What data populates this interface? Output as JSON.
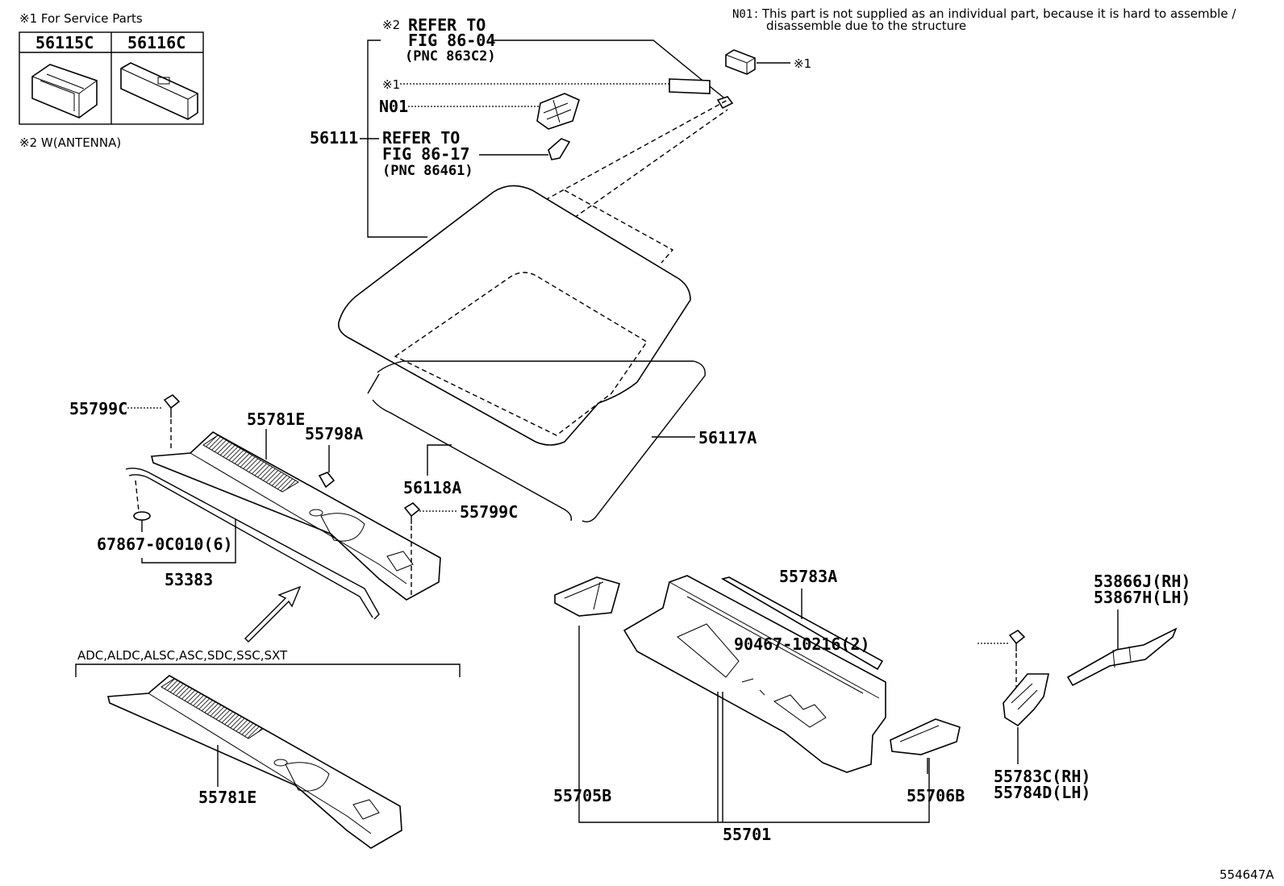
{
  "notes": {
    "service_parts_title": "※1 For Service Parts",
    "antenna_note": "※2 W(ANTENNA)",
    "n01_note_code": "N01",
    "n01_note_line1": ": This part is not supplied as an individual part, because it is hard to assemble /",
    "n01_note_line2": "disassemble due to the structure",
    "variant_list": "ADC,ALDC,ALSC,ASC,SDC,SSC,SXT",
    "figure_id": "554647A"
  },
  "service_table": {
    "col1": "56115C",
    "col2": "56116C"
  },
  "refs": {
    "ref1_mark": "※2",
    "ref1_line1": "REFER TO",
    "ref1_line2": "FIG 86-04",
    "ref1_line3": "(PNC 863C2)",
    "ref2_line1": "REFER TO",
    "ref2_line2": "FIG 86-17",
    "ref2_line3": "(PNC 86461)",
    "mark1_a": "※1",
    "mark1_b": "※1",
    "n01_label": "N01"
  },
  "parts": {
    "p56111": "56111",
    "p56117A": "56117A",
    "p56118A": "56118A",
    "p55799C_a": "55799C",
    "p55799C_b": "55799C",
    "p55781E_a": "55781E",
    "p55781E_b": "55781E",
    "p55798A": "55798A",
    "p67867": "67867-0C010(6)",
    "p53383": "53383",
    "p55783A": "55783A",
    "p90467": "90467-10216(2)",
    "p53866J": "53866J(RH)",
    "p53867H": "53867H(LH)",
    "p55783C": "55783C(RH)",
    "p55784D": "55784D(LH)",
    "p55705B": "55705B",
    "p55706B": "55706B",
    "p55701": "55701"
  }
}
